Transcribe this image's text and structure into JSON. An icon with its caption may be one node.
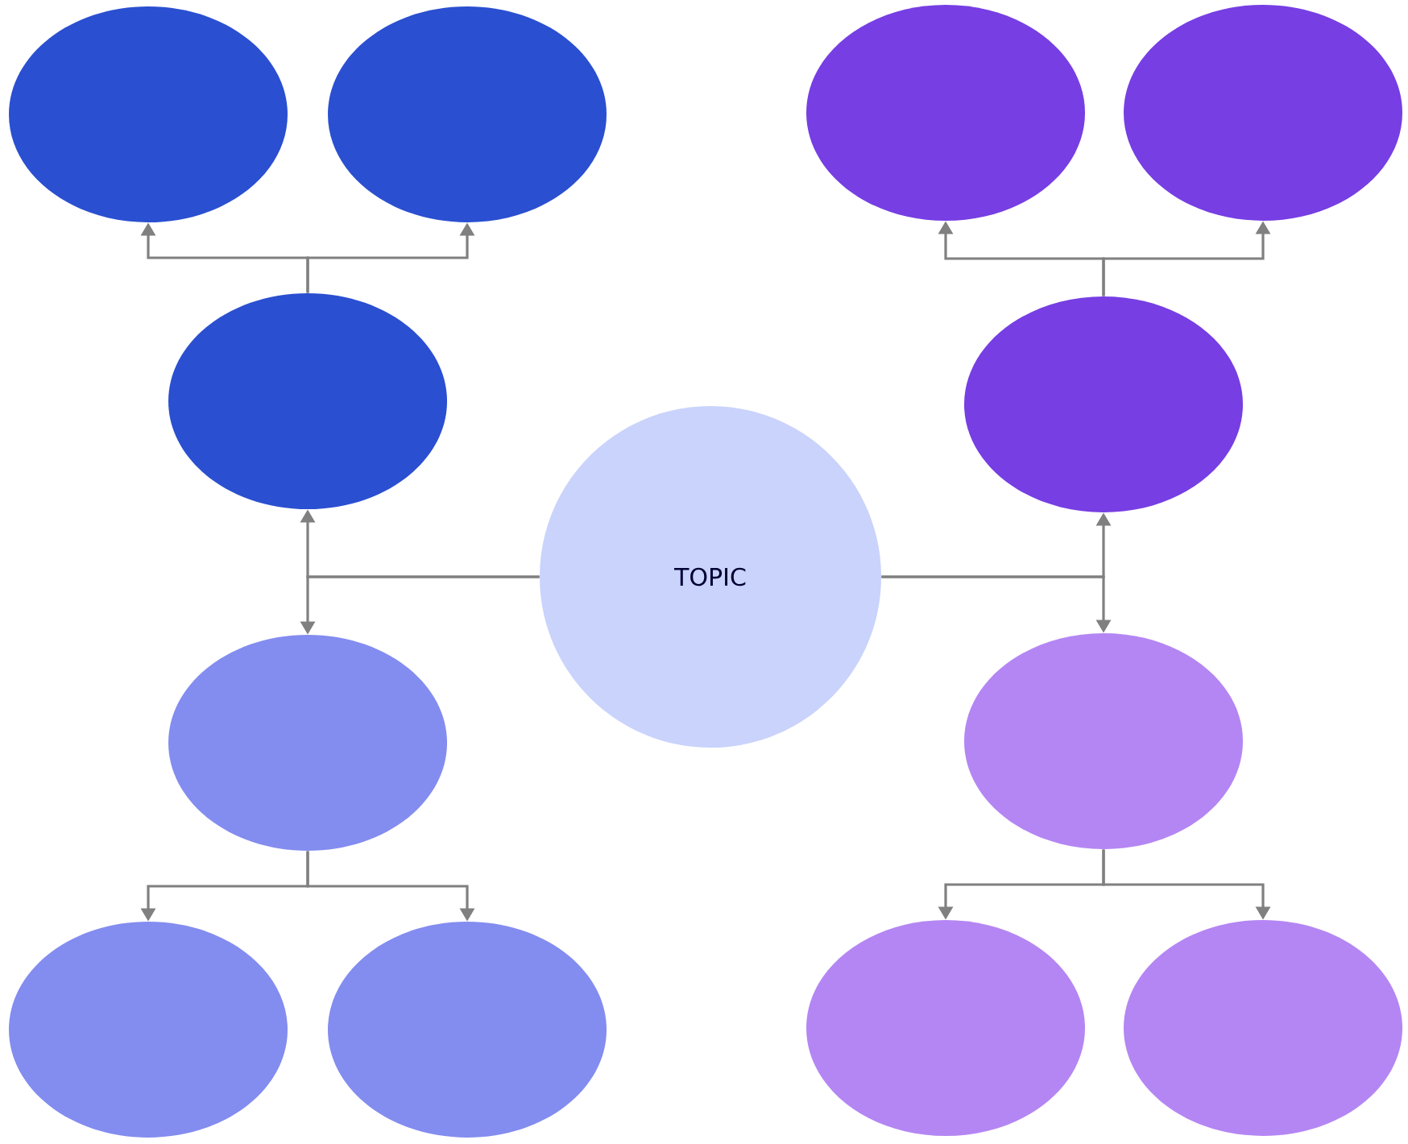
{
  "diagram": {
    "nodes": [
      {
        "text": [],
        "shape": "ellipse"
      },
      {
        "text": [],
        "shape": "ellipse"
      },
      {
        "text": [],
        "shape": "ellipse"
      },
      {
        "text": [],
        "shape": "ellipse"
      },
      {
        "text": [],
        "shape": "ellipse"
      },
      {
        "text": [],
        "shape": "ellipse"
      },
      {
        "text": [
          "TOPIC"
        ]
      },
      {
        "text": [],
        "shape": "ellipse"
      },
      {
        "text": [],
        "shape": "ellipse"
      },
      {
        "text": [],
        "shape": "ellipse"
      },
      {
        "text": [],
        "shape": "ellipse"
      },
      {
        "text": [],
        "shape": "ellipse"
      },
      {
        "text": [],
        "shape": "ellipse"
      }
    ],
    "edges": [
      {
        "from": 6,
        "to": 4,
        "arrow": "to"
      },
      {
        "from": 6,
        "to": 7,
        "arrow": "to"
      },
      {
        "from": 6,
        "to": 5,
        "arrow": "to"
      },
      {
        "from": 6,
        "to": 8,
        "arrow": "to"
      },
      {
        "from": 4,
        "to": 0,
        "arrow": "to"
      },
      {
        "from": 4,
        "to": 1,
        "arrow": "to"
      },
      {
        "from": 5,
        "to": 2,
        "arrow": "to"
      },
      {
        "from": 5,
        "to": 3,
        "arrow": "to"
      },
      {
        "from": 7,
        "to": 9,
        "arrow": "to"
      },
      {
        "from": 7,
        "to": 10,
        "arrow": "to"
      },
      {
        "from": 8,
        "to": 11,
        "arrow": "to"
      },
      {
        "from": 8,
        "to": 12,
        "arrow": "to"
      }
    ]
  }
}
